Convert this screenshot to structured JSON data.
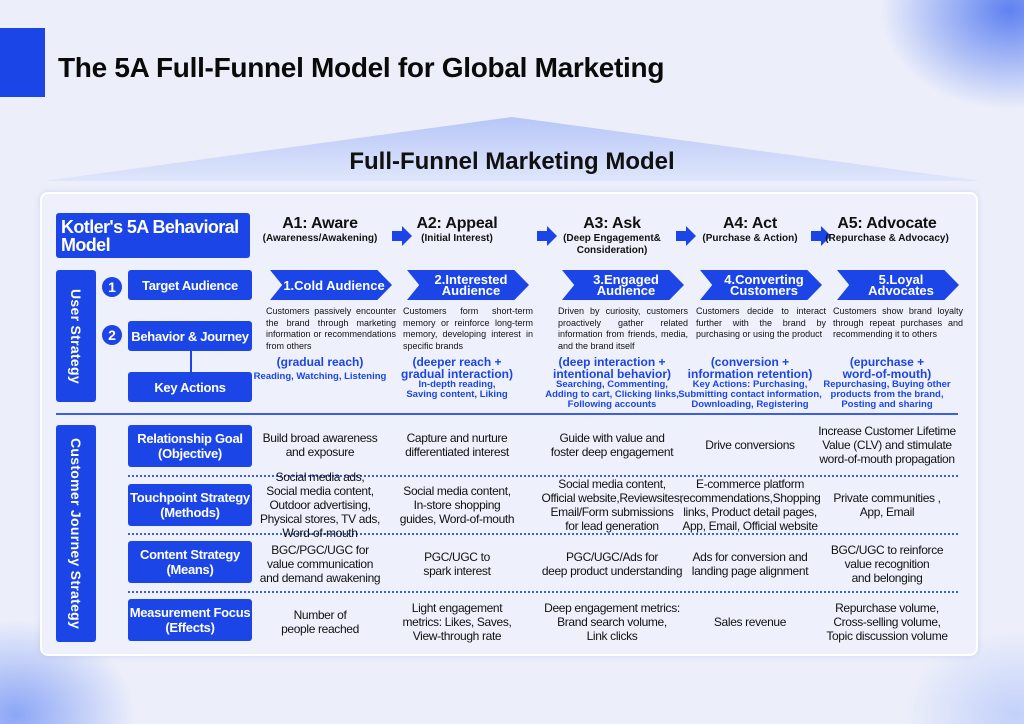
{
  "title": "The 5A Full-Funnel Model for Global Marketing",
  "roof_title": "Full-Funnel Marketing Model",
  "colors": {
    "accent": "#1b45e6",
    "background": "#eceffa"
  },
  "header": {
    "model_label": "Kotler's 5A Behavioral\nModel",
    "stages": [
      {
        "title": "A1: Aware",
        "subtitle": "(Awareness/Awakening)"
      },
      {
        "title": "A2: Appeal",
        "subtitle": "(Initial Interest)"
      },
      {
        "title": "A3: Ask",
        "subtitle": "(Deep Engagement&\nConsideration)"
      },
      {
        "title": "A4: Act",
        "subtitle": "(Purchase & Action)"
      },
      {
        "title": "A5: Advocate",
        "subtitle": "(Repurchase & Advocacy)"
      }
    ]
  },
  "user_strategy": {
    "label": "User Strategy",
    "rows": [
      {
        "number": "1",
        "label": "Target Audience"
      },
      {
        "number": "2",
        "label": "Behavior & Journey"
      }
    ],
    "key_actions_label": "Key Actions",
    "audiences": [
      {
        "name": "1.Cold Audience",
        "description": "Customers passively encounter the brand through marketing information or recommendations from others",
        "emphasis": "(gradual reach)",
        "actions": "Reading, Watching, Listening"
      },
      {
        "name": "2.Interested\nAudience",
        "description": "Customers form short-term memory or reinforce long-term memory, developing interest in specific brands",
        "emphasis": "(deeper reach +\ngradual interaction)",
        "actions": "In-depth reading,\nSaving content, Liking"
      },
      {
        "name": "3.Engaged\nAudience",
        "description": "Driven by curiosity, customers proactively gather related information from friends, media, and the brand itself",
        "emphasis": "(deep interaction +\nintentional behavior)",
        "actions": "Searching, Commenting,\nAdding to cart, Clicking links,\nFollowing accounts"
      },
      {
        "name": "4.Converting\nCustomers",
        "description": "Customers decide to interact further with the brand by purchasing or using the product",
        "emphasis": "(conversion +\ninformation retention)",
        "actions": "Key Actions: Purchasing,\nSubmitting contact information,\nDownloading, Registering"
      },
      {
        "name": "5.Loyal\nAdvocates",
        "description": "Customers show brand loyalty through repeat purchases and recommending it to others",
        "emphasis": "(epurchase +\nword-of-mouth)",
        "actions": "Repurchasing, Buying other\nproducts from the brand,\nPosting and sharing"
      }
    ]
  },
  "journey": {
    "label": "Customer Journey Strategy",
    "rows": [
      {
        "label": "Relationship Goal\n(Objective)",
        "cells": [
          "Build broad awareness\nand exposure",
          "Capture and nurture\ndifferentiated interest",
          "Guide with value and\nfoster deep engagement",
          "Drive conversions",
          "Increase Customer Lifetime\nValue (CLV) and stimulate\nword-of-mouth propagation"
        ]
      },
      {
        "label": "Touchpoint Strategy\n(Methods)",
        "cells": [
          "Social media ads,\nSocial media content,\nOutdoor advertising,\nPhysical stores, TV ads,\nWord-of-mouth",
          "Social media content,\nIn-store shopping\nguides, Word-of-mouth",
          "Social media content,\nOfficial website,Reviewsites,\nEmail/Form submissions\nfor lead generation",
          "E-commerce platform\nrecommendations,Shopping\nlinks, Product detail pages,\nApp, Email, Official website",
          "Private communities ,\nApp, Email"
        ]
      },
      {
        "label": "Content Strategy\n(Means)",
        "cells": [
          "BGC/PGC/UGC for\nvalue communication\nand demand awakening",
          "PGC/UGC to\nspark interest",
          "PGC/UGC/Ads for\ndeep product understanding",
          "Ads for conversion and\nlanding page alignment",
          "BGC/UGC to reinforce\nvalue recognition\nand belonging"
        ]
      },
      {
        "label": "Measurement Focus\n(Effects)",
        "cells": [
          "Number of\npeople reached",
          "Light engagement\nmetrics: Likes, Saves,\nView-through rate",
          "Deep engagement metrics:\nBrand search volume,\nLink clicks",
          "Sales revenue",
          "Repurchase volume,\nCross-selling volume,\nTopic discussion volume"
        ]
      }
    ]
  }
}
